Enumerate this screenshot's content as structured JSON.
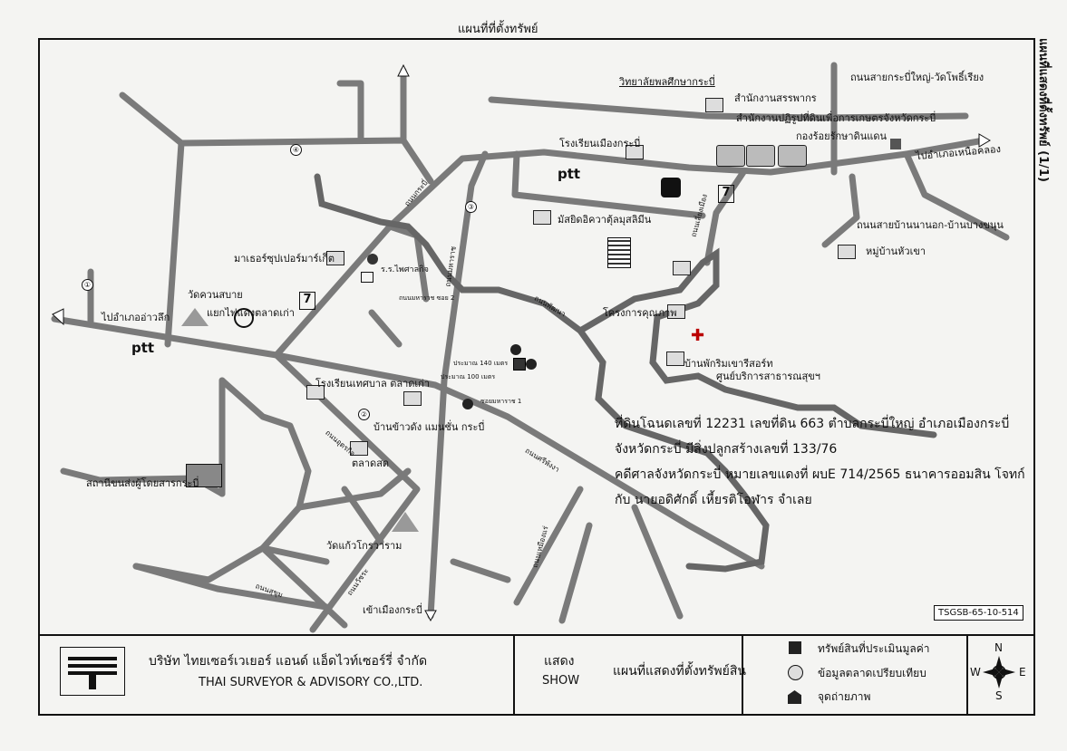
{
  "page_title": "แผนที่ที่ตั้งทรัพย์",
  "side_title": "แผนที่แสดงที่ตั้งทรัพย์ (1/1)",
  "document_code": "TSGSB-65-10-514",
  "circle_markers": [
    "①",
    "②",
    "③",
    "④"
  ],
  "labels": {
    "school_vocational": "วิทยาลัยพลศึกษากระบี่",
    "revenue_office": "สำนักงานสรรพากร",
    "land_reform_office": "สำนักงานปฏิรูปที่ดินเพื่อการเกษตรจังหวัดกระบี่",
    "forest_office": "กองร้อยรักษาดินแดน",
    "muang_school": "โรงเรียนเมืองกระบี่",
    "road_north": "ถนนสายกระบี่ใหญ่-วัดโพธิ์เรียง",
    "road_bang_khanun": "ถนนสายบ้านนานอก-บ้านบางขนุน",
    "village_huachao": "หมู่บ้านหัวเขา",
    "to_ao_luk_left": "ไปอำเภออ่าวลึก",
    "to_ao_luk_right": "ไปอำเภอเหนือคลอง",
    "supermarket": "มาเธอร์ซุปเปอร์มาร์เก็ต",
    "wat_khuan_sabai": "วัดควนสบาย",
    "traffic_light": "แยกไฟแดงตลาดเก่า",
    "mosque": "มัสยิดอิควาตุ้ลมุสลิมีน",
    "project_quality": "โครงการคุณภาพ",
    "home_resort": "บ้านพักริมเขารีสอร์ท",
    "health_center": "ศูนย์บริการสาธารณสุขฯ",
    "tesaban_school": "โรงเรียนเทศบาล ตลาดเก่า",
    "ban_khao_mansion": "บ้านข้าวดัง แมนชั่น กระบี่",
    "talad_sod": "ตลาดสด",
    "bus_station": "สถานีขนส่งผู้โดยสารกระบี่",
    "wat_kaew": "วัดแก้วโกรวาราม",
    "to_krabi_town": "เข้าเมืองกระบี่",
    "rd_shop": "ร.ร.ไพศาลกิจ",
    "ptt": "ptt",
    "seven": "7",
    "road_u1": "ถนนกระบี่",
    "road_u2": "ถนนมหาราช",
    "road_u3": "ถนนอุตรกิจ",
    "road_u4": "ถนนพัฒนา",
    "road_u5": "ถนนศรีพังงา",
    "road_u6": "ถนนวัชระ",
    "road_u7": "ถนนเหมืองแร่",
    "road_u8": "ถนนสุขุม",
    "road_u9": "ถนนเลี่ยงเมือง",
    "dist_1": "ประมาณ 140 เมตร",
    "dist_2": "ประมาณ 100 เมตร",
    "soi_label": "ซอยมหาราช 1",
    "soi_label2": "ถนนมหาราช ซอย 2"
  },
  "property_info": {
    "line1": "ที่ดินโฉนดเลขที่ 12231 เลขที่ดิน 663  ตำบลกระบี่ใหญ่  อำเภอเมืองกระบี่",
    "line2": "จังหวัดกระบี่ มีสิ่งปลูกสร้างเลขที่ 133/76",
    "line3": "คดีศาลจังหวัดกระบี่ หมายเลขแดงที่ ผบE 714/2565  ธนาคารออมสิน  โจทก์",
    "line4": "กับ นายอดิศักดิ์  เหี้ยรติโอฬาร  จำเลย"
  },
  "footer": {
    "company_th": "บริษัท ไทยเซอร์เวเยอร์  แอนด์  แอ็ดไวท์เซอร์รี่  จำกัด",
    "company_en": "THAI SURVEYOR & ADVISORY CO.,LTD.",
    "show_th": "แสดง",
    "show_en": "SHOW",
    "description": "แผนที่แสดงที่ตั้งทรัพย์สิน",
    "legend": [
      {
        "label": "ทรัพย์สินที่ประเมินมูลค่า",
        "icon": "filled-square-icon"
      },
      {
        "label": "ข้อมูลตลาดเปรียบเทียบ",
        "icon": "circle-icon"
      },
      {
        "label": "จุดถ่ายภาพ",
        "icon": "pentagon-marker-icon"
      }
    ],
    "compass": {
      "n": "N",
      "s": "S",
      "e": "E",
      "w": "W"
    }
  }
}
